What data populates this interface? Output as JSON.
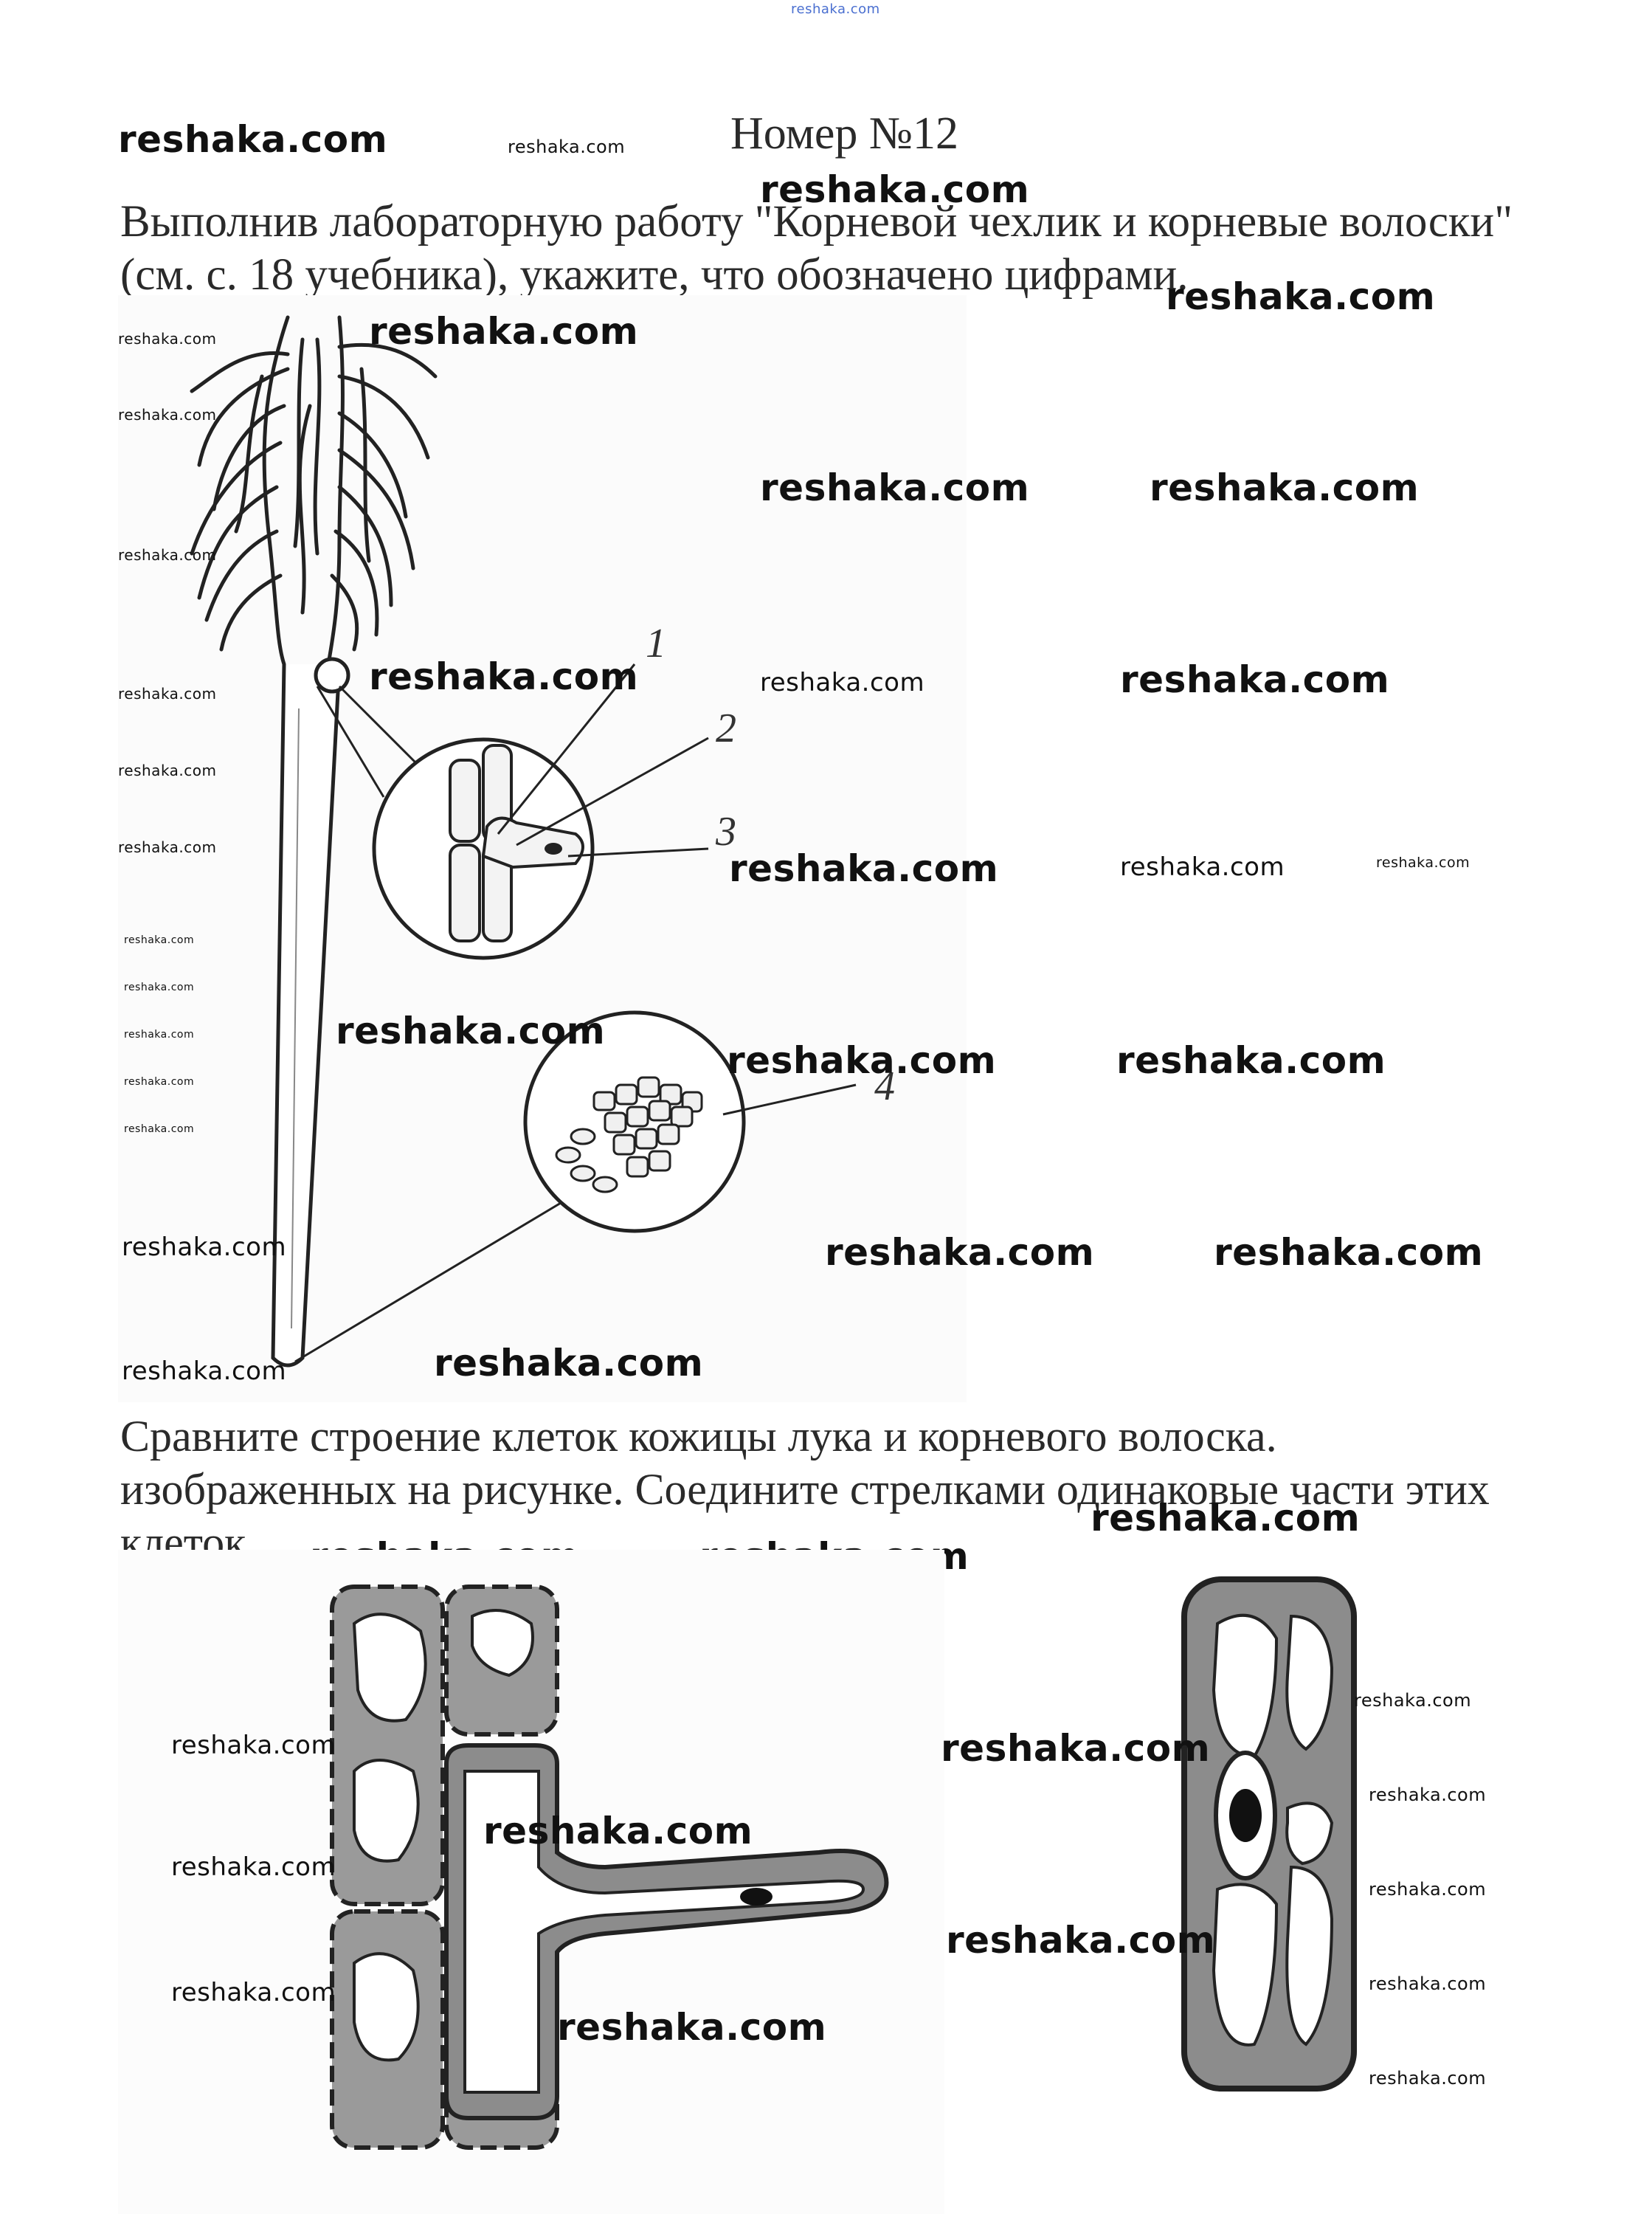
{
  "header_small": "reshaka.com",
  "title": "Номер №12",
  "task1": {
    "line1": "Выполнив лабораторную работу \"Корневой чехлик и корневые волоски\"",
    "line2": "(см. с. 18 учебника), укажите, что обозначено цифрами."
  },
  "figure1": {
    "labels": [
      "1",
      "2",
      "3",
      "4"
    ]
  },
  "task2": {
    "line1": "Сравните строение клеток кожицы лука и корневого волоска.",
    "line2": "изображенных на рисунке. Соедините стрелками одинаковые части этих",
    "line3": "клеток."
  },
  "watermark": "reshaka.com",
  "colors": {
    "text": "#2a2a2a",
    "watermark": "#111111",
    "top_link": "#4a6fd0",
    "cell_fill": "#8c8c8c",
    "cell_stroke": "#222222"
  }
}
